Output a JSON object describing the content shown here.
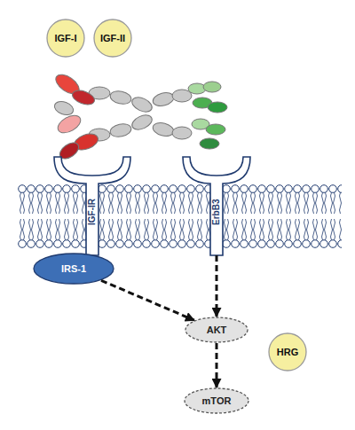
{
  "diagram": {
    "nodes": [
      {
        "text": [
          "IGF-I"
        ]
      },
      {
        "text": [
          "IGF-II"
        ]
      },
      {
        "text": [
          "IGF-IR"
        ]
      },
      {
        "text": [
          "ErbB3"
        ]
      },
      {
        "text": [
          "IRS-1"
        ]
      },
      {
        "text": [
          "AKT"
        ]
      },
      {
        "text": [
          "HRG"
        ]
      },
      {
        "text": [
          "mTOR"
        ]
      }
    ],
    "edges": [
      {
        "from": 4,
        "to": 5,
        "arrow": "to"
      },
      {
        "from": 3,
        "to": 5,
        "arrow": "to"
      },
      {
        "from": 5,
        "to": 7,
        "arrow": "to"
      }
    ]
  }
}
